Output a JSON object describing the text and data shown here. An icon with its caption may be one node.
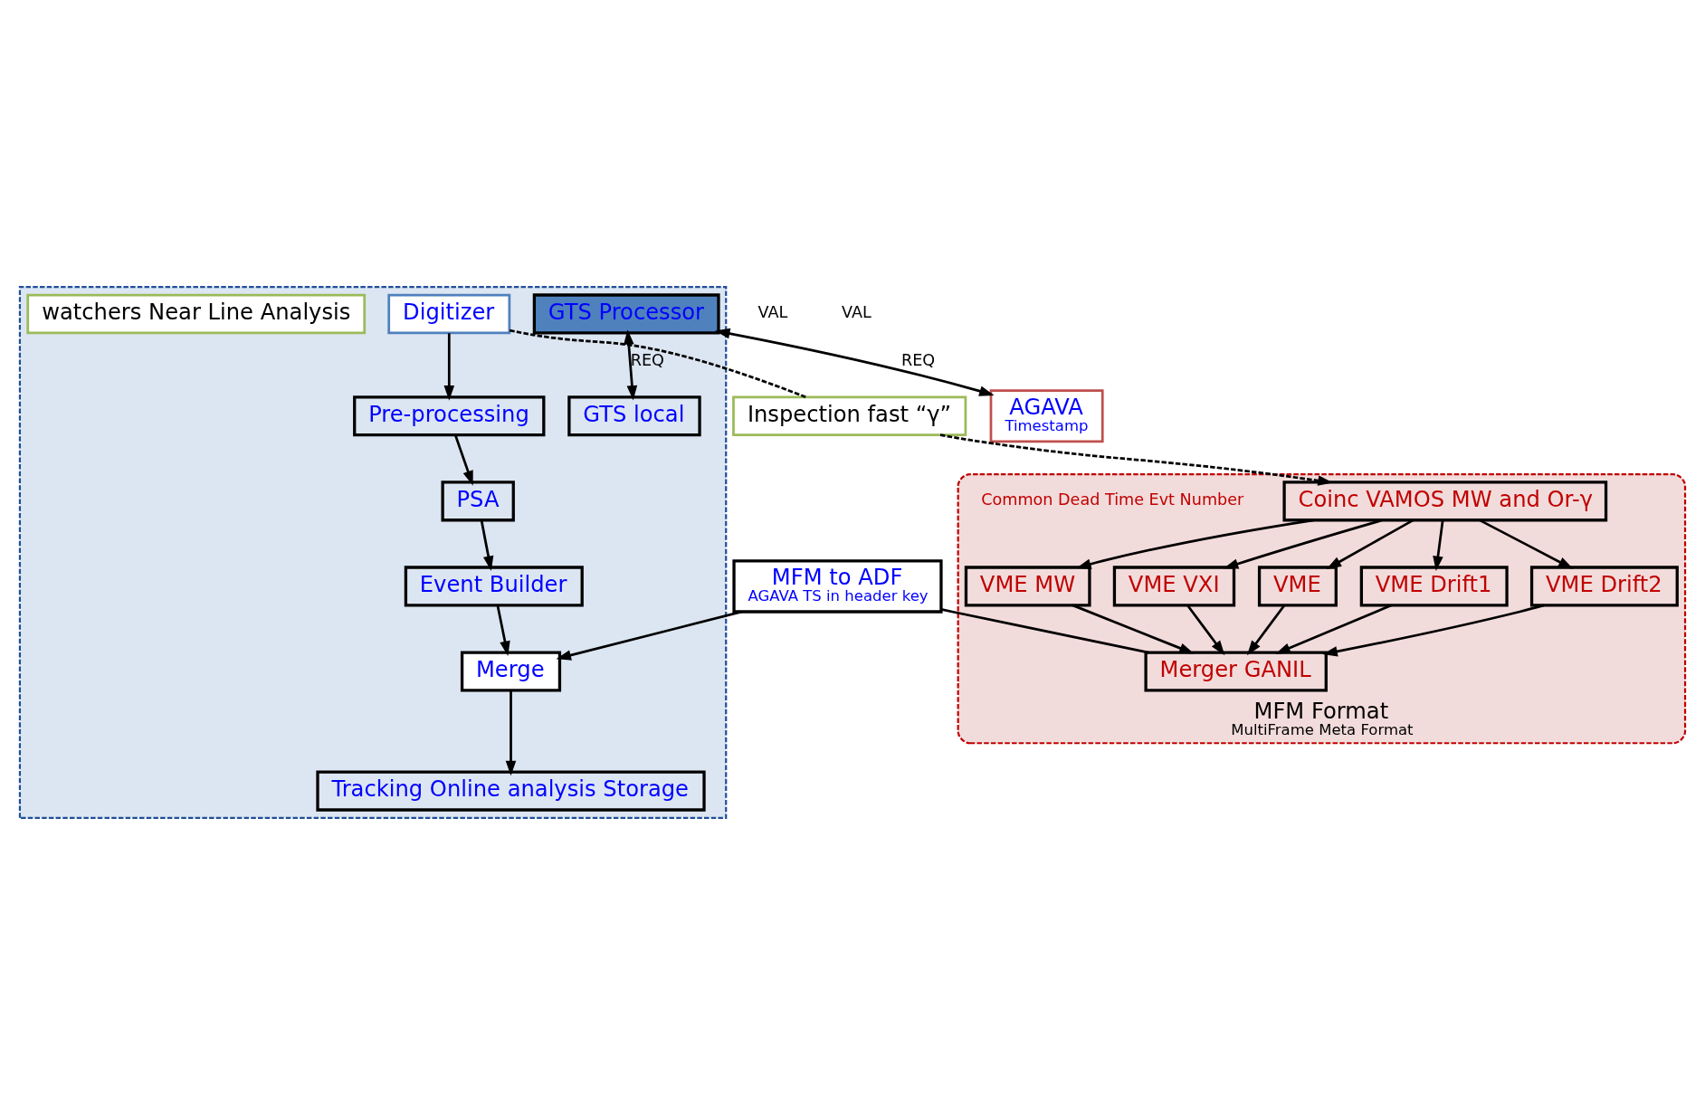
{
  "diagram": {
    "nodes": [
      {
        "text": [],
        "shape": "box"
      },
      {
        "text": [
          "MFM Format",
          "MultiFrame Meta Format"
        ]
      },
      {
        "text": [
          "Digitizer"
        ],
        "in": 0
      },
      {
        "text": [
          "Inspection fast “γ”"
        ]
      },
      {
        "text": [
          "Coinc VAMOS MW and Or-γ"
        ],
        "in": 1,
        "beside": [
          "Common Dead Time Evt Number"
        ]
      },
      {
        "text": [
          "Pre-processing"
        ],
        "in": 0
      },
      {
        "text": [
          "GTS local"
        ],
        "in": 0
      },
      {
        "text": [
          "AGAVA",
          "Timestamp"
        ]
      },
      {
        "text": [
          "VME"
        ],
        "in": 1
      },
      {
        "text": [
          "VME Drift1"
        ],
        "in": 1
      },
      {
        "text": [
          "VME Drift2"
        ],
        "in": 1
      },
      {
        "text": [
          "VME MW"
        ],
        "in": 1
      },
      {
        "text": [
          "VME VXI"
        ],
        "in": 1
      },
      {
        "text": [
          "PSA"
        ],
        "in": 0
      },
      {
        "text": [
          "Event Builder"
        ],
        "in": 0
      },
      {
        "text": [
          "GTS Processor"
        ],
        "in": 0
      },
      {
        "text": [
          "Merger GANIL"
        ],
        "in": 1
      },
      {
        "text": [
          "Merge"
        ],
        "in": 0
      },
      {
        "text": [
          "MFM to ADF",
          "AGAVA TS in header key"
        ]
      },
      {
        "text": [
          "Tracking Online analysis Storage"
        ],
        "in": 0
      },
      {
        "text": [
          "watchers Near Line Analysis"
        ],
        "in": 0
      }
    ],
    "edges": [
      {
        "from": 2,
        "to": 3,
        "arrow": "none",
        "style": "dashed"
      },
      {
        "from": 3,
        "to": 4,
        "arrow": "to",
        "style": "dashed"
      },
      {
        "from": 2,
        "to": 5,
        "arrow": "to"
      },
      {
        "from": 15,
        "to": 6,
        "arrow": "both",
        "label": "REQ"
      },
      {
        "from": 15,
        "to": 7,
        "arrow": "both",
        "label": "REQ"
      },
      {
        "from": 4,
        "to": 8,
        "arrow": "to"
      },
      {
        "from": 4,
        "to": 9,
        "arrow": "to"
      },
      {
        "from": 4,
        "to": 10,
        "arrow": "to"
      },
      {
        "from": 4,
        "to": 11,
        "arrow": "to"
      },
      {
        "from": 4,
        "to": 12,
        "arrow": "to"
      },
      {
        "from": 5,
        "to": 13,
        "arrow": "to"
      },
      {
        "from": 13,
        "to": 14,
        "arrow": "to"
      },
      {
        "from": 8,
        "to": 16,
        "arrow": "to"
      },
      {
        "from": 9,
        "to": 16,
        "arrow": "to"
      },
      {
        "from": 10,
        "to": 16,
        "arrow": "to"
      },
      {
        "from": 11,
        "to": 16,
        "arrow": "to"
      },
      {
        "from": 12,
        "to": 16,
        "arrow": "to"
      },
      {
        "from": 14,
        "to": 17,
        "arrow": "to"
      },
      {
        "from": 16,
        "to": 18,
        "arrow": "none"
      },
      {
        "from": 18,
        "to": 17,
        "arrow": "to"
      },
      {
        "from": 17,
        "to": 19,
        "arrow": "to"
      }
    ],
    "labels": [
      "VAL",
      "VAL"
    ]
  }
}
